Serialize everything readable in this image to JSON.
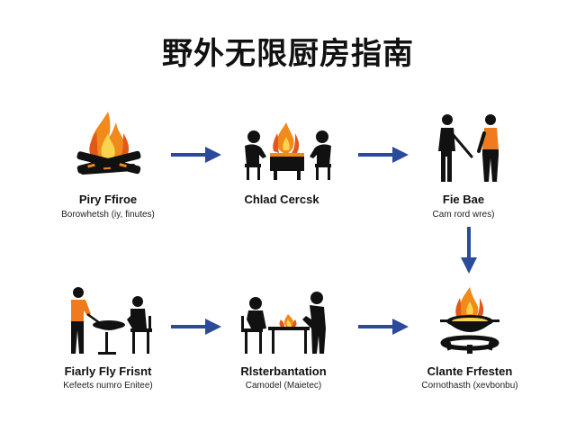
{
  "title": "野外无限厨房指南",
  "colors": {
    "arrow": "#2b4a9a",
    "flame_outer": "#f08a1c",
    "flame_inner": "#fcd34d",
    "person_accent": "#f07a1e",
    "ink": "#111111"
  },
  "steps": [
    {
      "label": "Piry Ffiroe",
      "sub": "Borowhetsh (iy, finutes)",
      "icon": "campfire-icon"
    },
    {
      "label": "Chlad Cercsk",
      "sub": "",
      "icon": "two-people-fire-grill-icon"
    },
    {
      "label": "Fie Bae",
      "sub": "Cam rord wres)",
      "icon": "two-people-poking-icon"
    },
    {
      "label": "Fiarly Fly Frisnt",
      "sub": "Kefeets numro Enitee)",
      "icon": "two-people-cooking-pan-icon"
    },
    {
      "label": "Rlsterbantation",
      "sub": "Camodel (Maietec)",
      "icon": "two-people-table-fire-icon"
    },
    {
      "label": "Clante Frfesten",
      "sub": "Cornothasth (xevbonbu)",
      "icon": "wok-on-fire-icon"
    }
  ],
  "connectors": [
    {
      "from": 1,
      "to": 2,
      "direction": "right"
    },
    {
      "from": 2,
      "to": 3,
      "direction": "right"
    },
    {
      "from": 3,
      "to": 6,
      "direction": "down"
    },
    {
      "from": 4,
      "to": 5,
      "direction": "right"
    },
    {
      "from": 5,
      "to": 6,
      "direction": "right"
    }
  ]
}
